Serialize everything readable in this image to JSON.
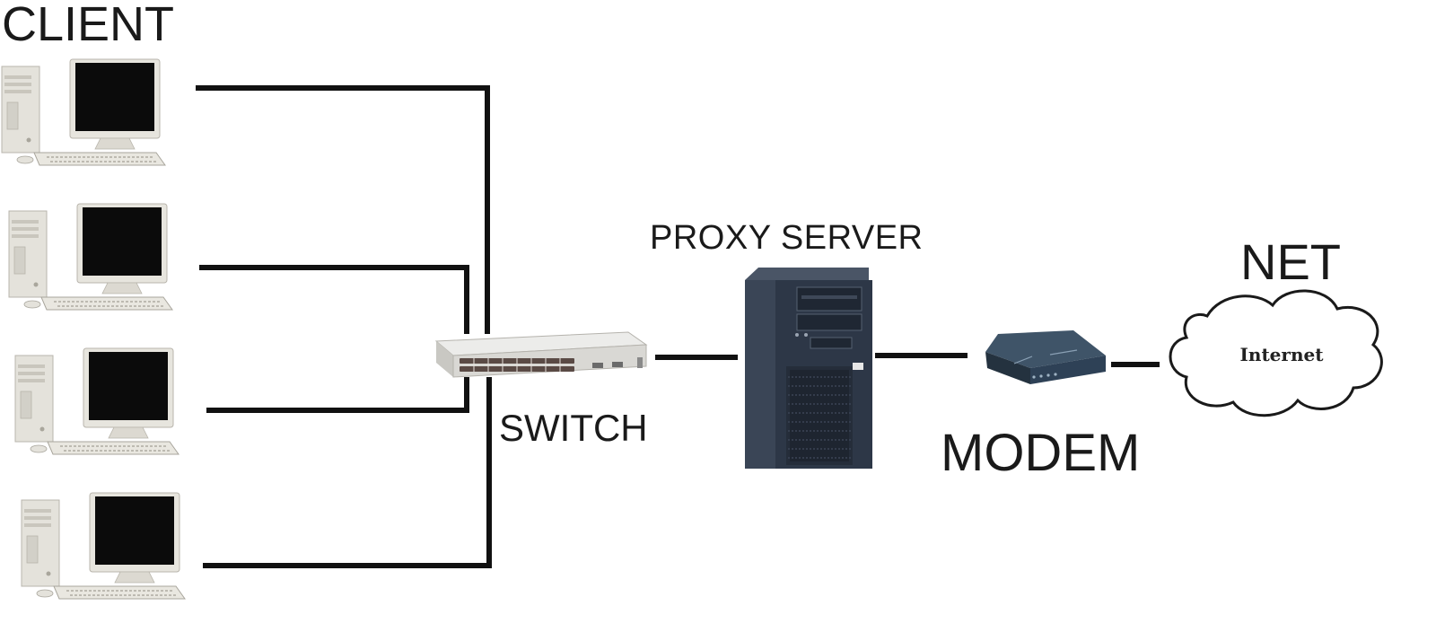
{
  "labels": {
    "client": "CLIENT",
    "switch": "SWITCH",
    "proxy_server": "PROXY SERVER",
    "modem": "MODEM",
    "net": "NET",
    "cloud_text": "Internet"
  },
  "clients": [
    {
      "id": "client-1"
    },
    {
      "id": "client-2"
    },
    {
      "id": "client-3"
    },
    {
      "id": "client-4"
    }
  ],
  "connections": [
    {
      "from": "client-1",
      "to": "switch"
    },
    {
      "from": "client-2",
      "to": "switch"
    },
    {
      "from": "client-3",
      "to": "switch"
    },
    {
      "from": "client-4",
      "to": "switch"
    },
    {
      "from": "switch",
      "to": "proxy-server"
    },
    {
      "from": "proxy-server",
      "to": "modem"
    },
    {
      "from": "modem",
      "to": "internet"
    }
  ],
  "colors": {
    "line": "#111111",
    "server_body": "#2f3a4a",
    "modem_body": "#2e4156",
    "switch_body": "#d9d9d6",
    "monitor_screen": "#0a0a0a",
    "pc_beige": "#e3e1da"
  }
}
